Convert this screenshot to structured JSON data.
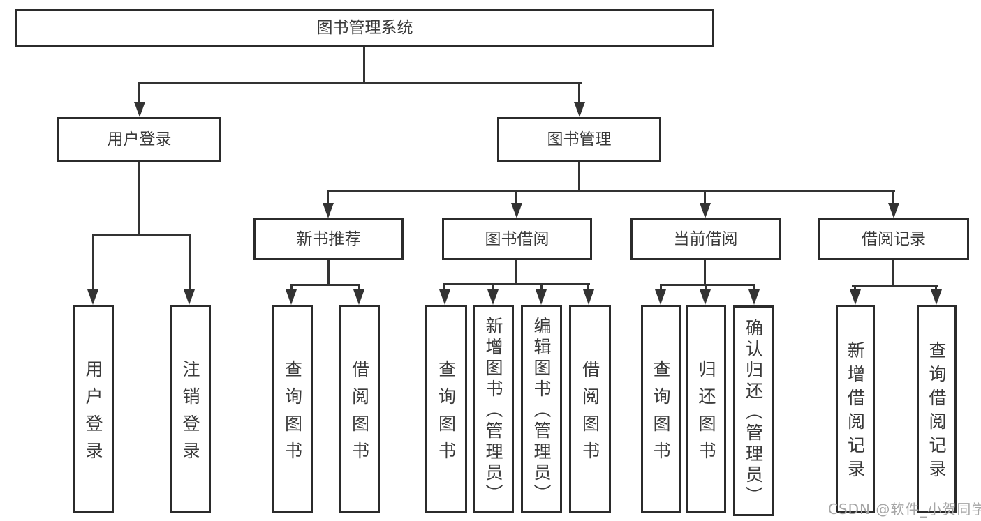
{
  "nodes": {
    "root": "图书管理系统",
    "level2": {
      "user_login": "用户登录",
      "book_mgmt": "图书管理"
    },
    "level3": {
      "new_books": "新书推荐",
      "book_borrow": "图书借阅",
      "current_borrow": "当前借阅",
      "borrow_records": "借阅记录"
    },
    "leaves": {
      "user_login": [
        "用户登录",
        "注销登录"
      ],
      "new_books": [
        "查询图书",
        "借阅图书"
      ],
      "book_borrow": [
        "查询图书",
        "新增图书（管理员）",
        "编辑图书（管理员）",
        "借阅图书"
      ],
      "current_borrow": [
        "查询图书",
        "归还图书",
        "确认归还（管理员）"
      ],
      "borrow_records": [
        "新增借阅记录",
        "查询借阅记录"
      ]
    }
  },
  "watermark": "CSDN @软件_小贺同学",
  "colors": {
    "background": "#ffffff",
    "line": "#333333",
    "box_border": "#2b2b2b",
    "text": "#3a3a3a",
    "watermark": "#a6a6a6"
  }
}
